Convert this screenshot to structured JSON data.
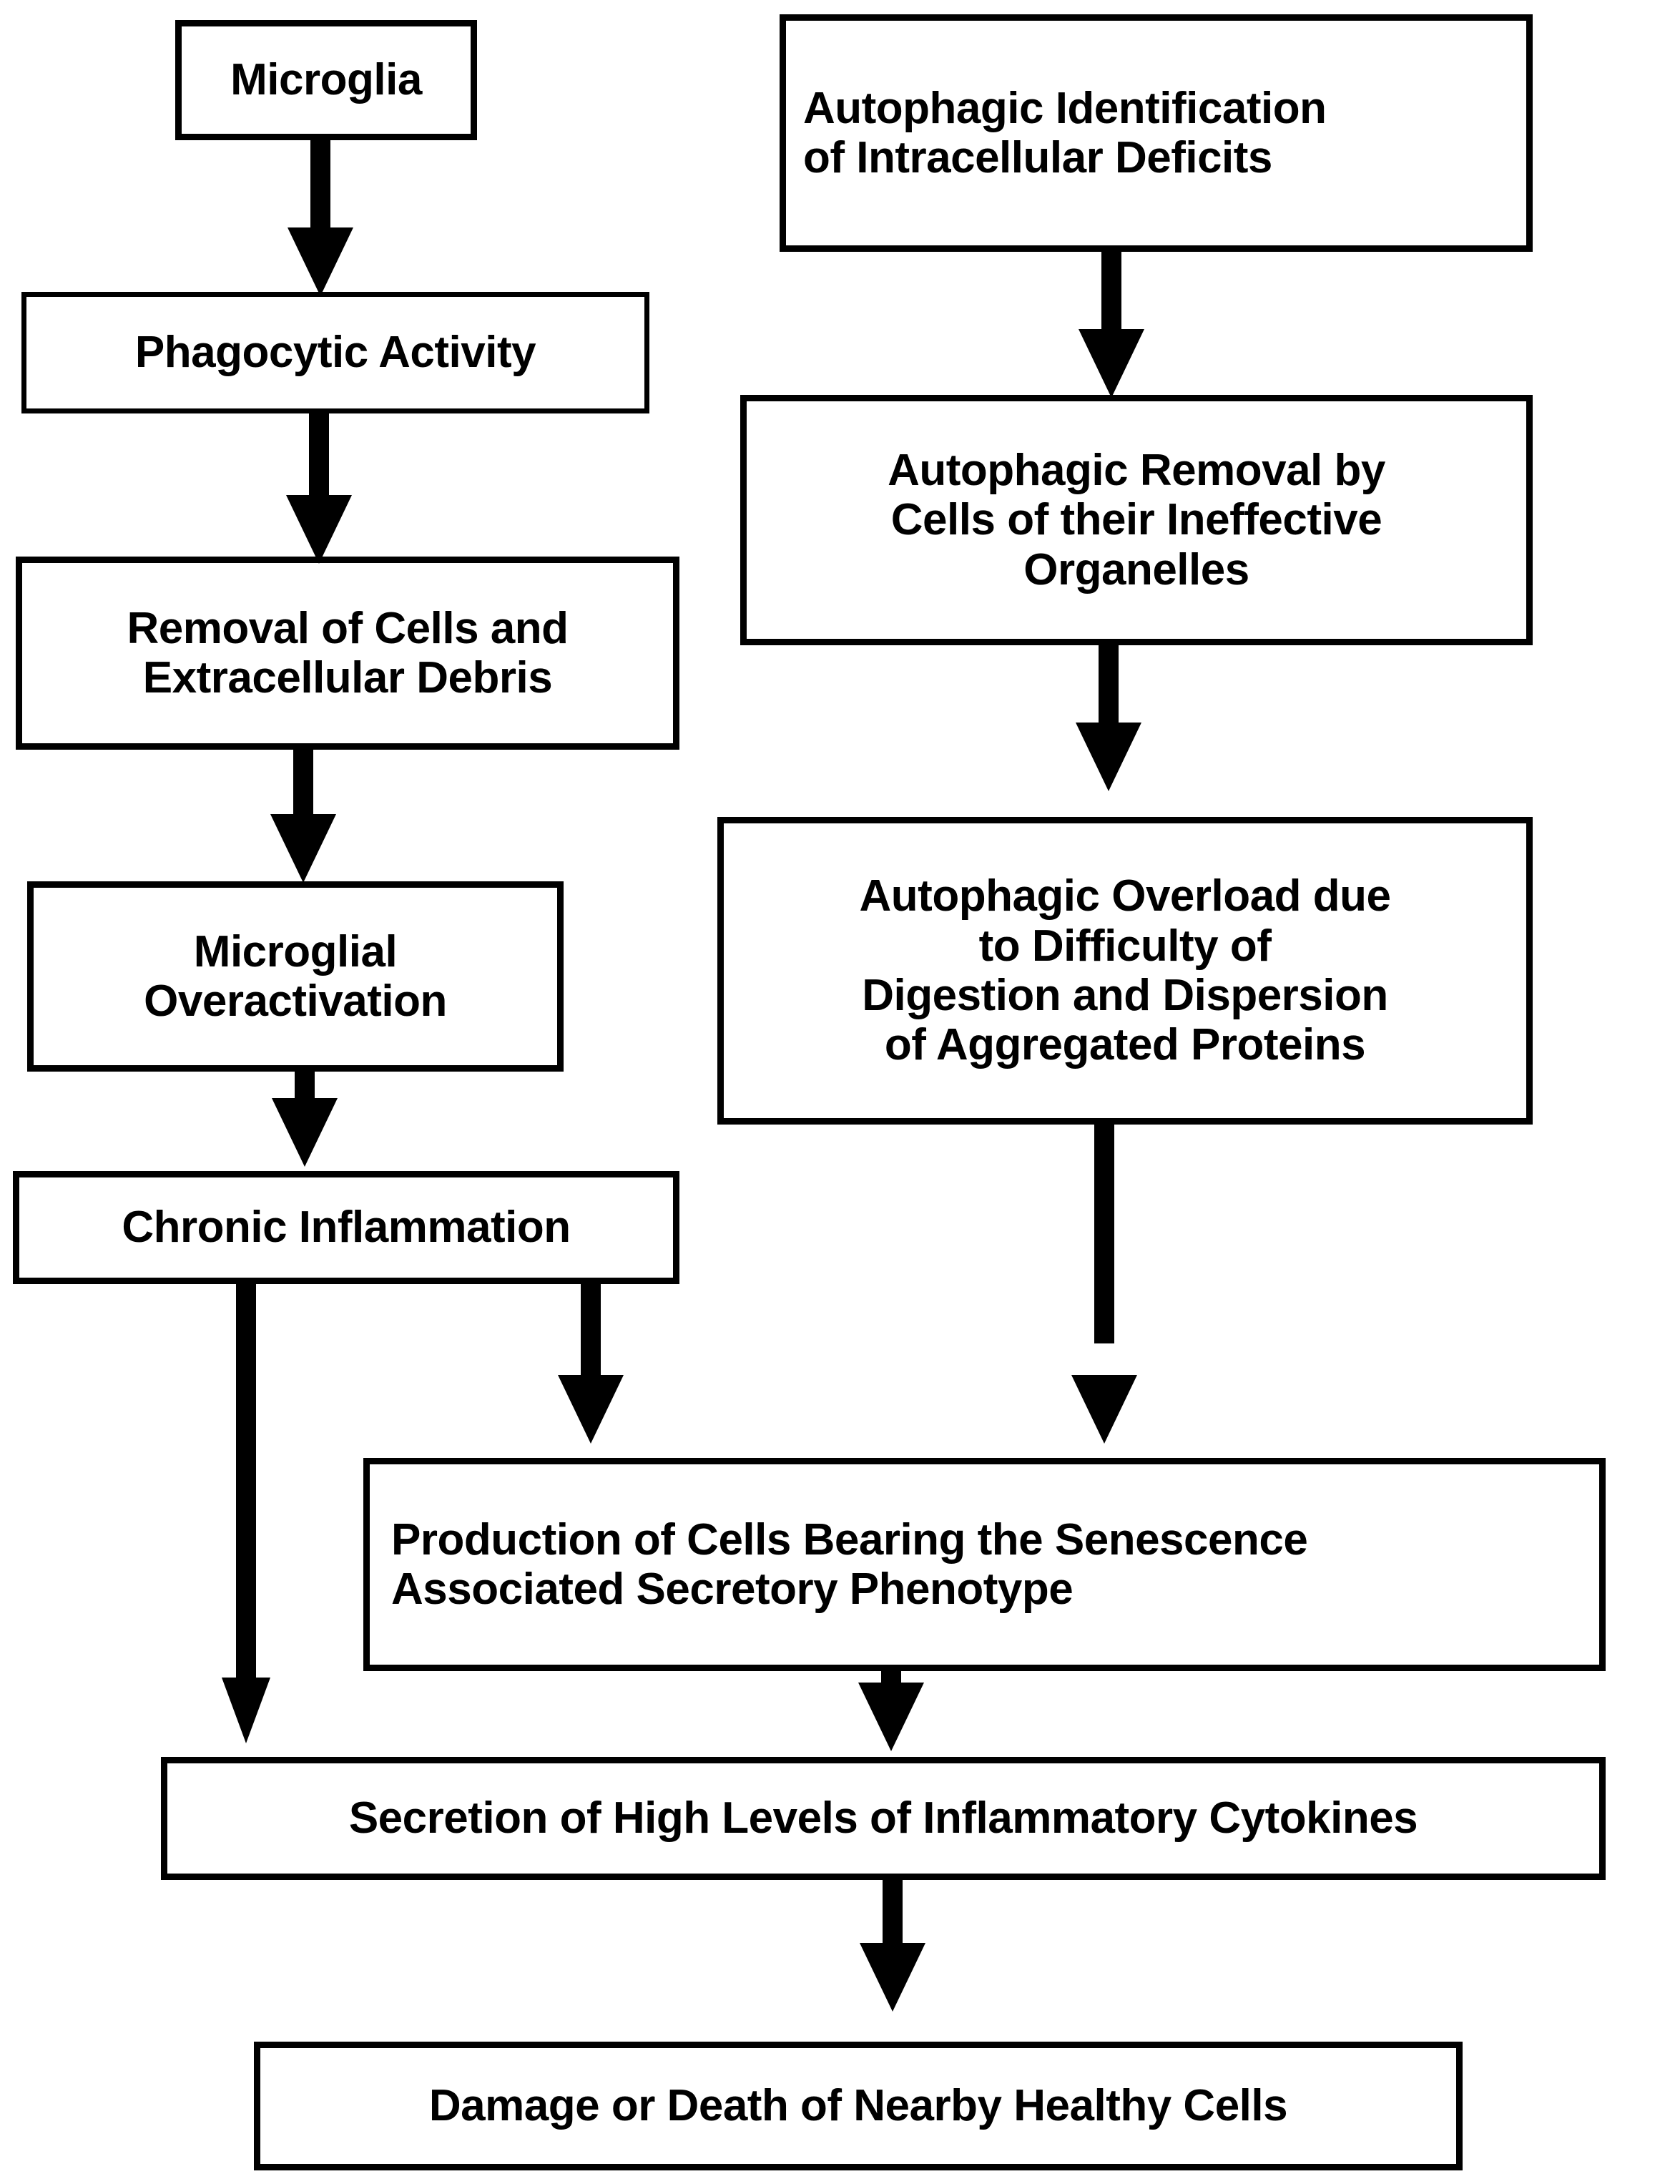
{
  "diagram": {
    "title": "Microglial activation and autophagic overload pathway to cellular damage",
    "background_color": "#ffffff",
    "line_color": "#000000",
    "text_color": "#000000",
    "nodes": [
      {
        "id": "microglia",
        "label": "Microglia"
      },
      {
        "id": "phagocytic",
        "label": "Phagocytic Activity"
      },
      {
        "id": "removal",
        "label": "Removal of Cells and\nExtracellular Debris"
      },
      {
        "id": "overactivation",
        "label": "Microglial\nOveractivation"
      },
      {
        "id": "chronic",
        "label": "Chronic Inflammation"
      },
      {
        "id": "autoident",
        "label": "Autophagic Identification\nof Intracellular Deficits"
      },
      {
        "id": "autoremoval",
        "label": "Autophagic Removal by\nCells of their Ineffective\nOrganelles"
      },
      {
        "id": "autooverload",
        "label": "Autophagic Overload due\nto Difficulty of\nDigestion and Dispersion\nof Aggregated Proteins"
      },
      {
        "id": "sasp",
        "label": "Production of Cells Bearing the Senescence\nAssociated Secretory Phenotype"
      },
      {
        "id": "secretion",
        "label": "Secretion of High Levels of Inflammatory Cytokines"
      },
      {
        "id": "damage",
        "label": "Damage or Death of Nearby Healthy Cells"
      }
    ],
    "edges": [
      {
        "from": "microglia",
        "to": "phagocytic",
        "icon": "down-arrow-icon"
      },
      {
        "from": "phagocytic",
        "to": "removal",
        "icon": "down-arrow-icon"
      },
      {
        "from": "removal",
        "to": "overactivation",
        "icon": "down-arrow-icon"
      },
      {
        "from": "overactivation",
        "to": "chronic",
        "icon": "down-arrow-icon"
      },
      {
        "from": "chronic",
        "to": "secretion",
        "icon": "down-arrow-icon"
      },
      {
        "from": "chronic",
        "to": "sasp",
        "icon": "down-arrow-icon"
      },
      {
        "from": "autoident",
        "to": "autoremoval",
        "icon": "down-arrow-icon"
      },
      {
        "from": "autoremoval",
        "to": "autooverload",
        "icon": "down-arrow-icon"
      },
      {
        "from": "autooverload",
        "to": "sasp",
        "icon": "down-arrow-icon"
      },
      {
        "from": "sasp",
        "to": "secretion",
        "icon": "down-arrow-icon"
      },
      {
        "from": "secretion",
        "to": "damage",
        "icon": "down-arrow-icon"
      }
    ]
  }
}
